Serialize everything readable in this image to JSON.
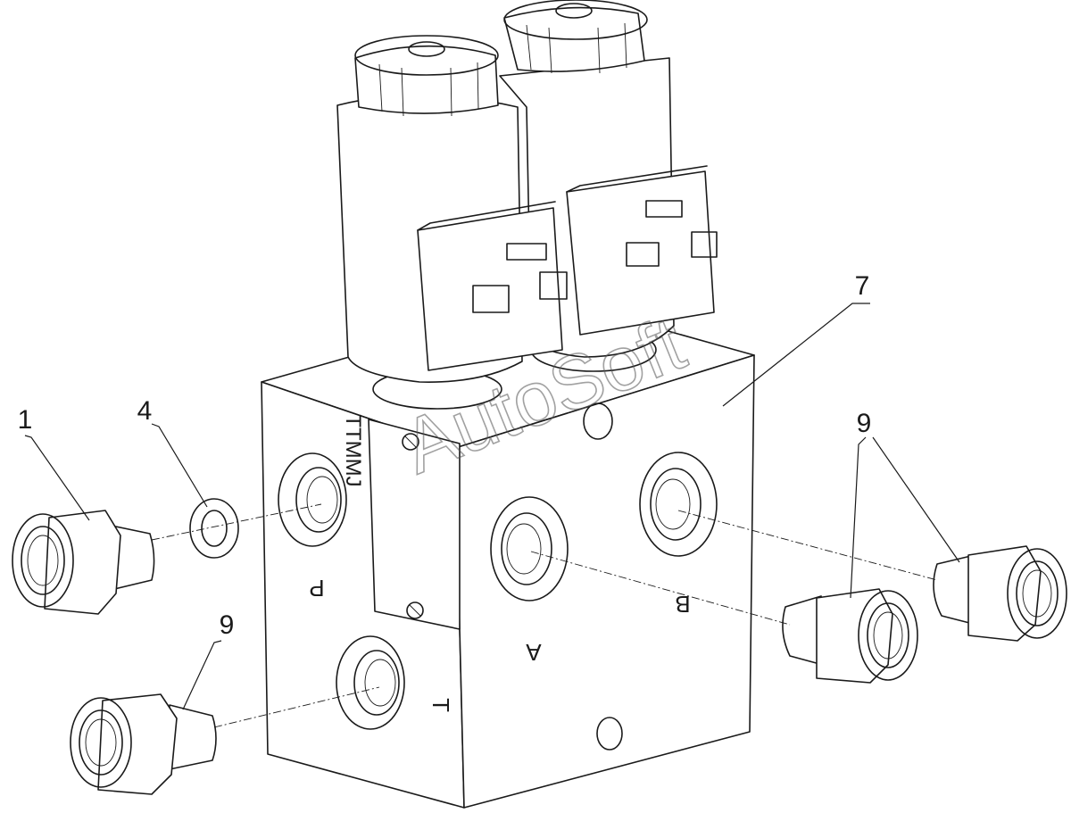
{
  "callouts": {
    "c1": "1",
    "c4": "4",
    "c7": "7",
    "c9_right": "9",
    "c9_left": "9"
  },
  "ports": {
    "p": "P",
    "t": "T",
    "a": "A",
    "b": "B"
  },
  "body_marking": "TTMMJ",
  "watermark": "AutoSoft"
}
